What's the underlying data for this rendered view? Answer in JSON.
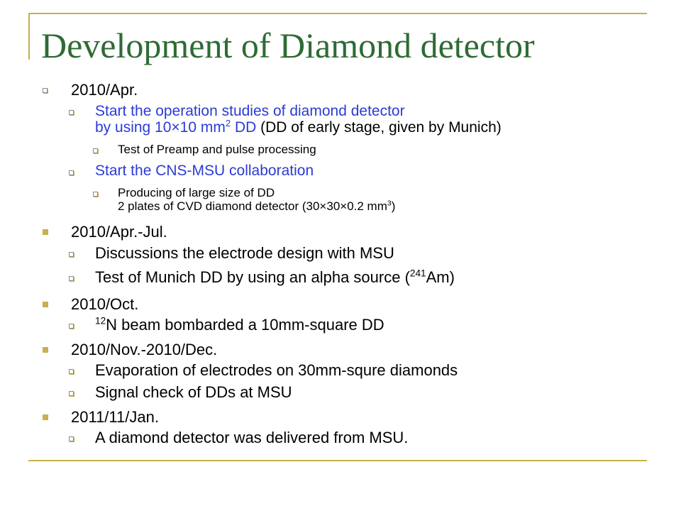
{
  "slide": {
    "title": "Development of Diamond detector",
    "accent_color": "#c8b04a",
    "title_color": "#2e6b33",
    "link_color": "#2b3bd6",
    "bullet_icons": [
      "hollow-square-bullet-icon",
      "filled-square-bullet-icon"
    ]
  },
  "items": {
    "apr2010": {
      "date": "2010/Apr.",
      "op_line1": "Start the operation studies of diamond detector",
      "op_line2_blue_pre": "by using 10×10 mm",
      "op_line2_sup": "2",
      "op_line2_blue_post": " DD",
      "op_line2_black": " (DD of early stage, given by Munich)",
      "preamp": "Test of Preamp and pulse processing",
      "collab": "Start the CNS-MSU collaboration",
      "large_line1": "Producing of large size of DD",
      "large_line2_pre": "2 plates of CVD diamond detector (30×30×0.2 mm",
      "large_line2_sup": "3",
      "large_line2_post": ")"
    },
    "aprjul2010": {
      "date": "2010/Apr.-Jul.",
      "electrode": "Discussions the electrode design with MSU",
      "alpha_pre": "Test of Munich DD by using an alpha source (",
      "alpha_sup": "241",
      "alpha_post": "Am)"
    },
    "oct2010": {
      "date": "2010/Oct.",
      "beam_sup": "12",
      "beam_post": "N beam bombarded a 10mm-square DD"
    },
    "novdec2010": {
      "date": "2010/Nov.-2010/Dec.",
      "evaporation": "Evaporation of electrodes on 30mm-squre diamonds",
      "signal": "Signal check of DDs at MSU"
    },
    "jan2011": {
      "date": "2011/11/Jan.",
      "delivered": "A diamond detector was delivered from MSU."
    }
  }
}
